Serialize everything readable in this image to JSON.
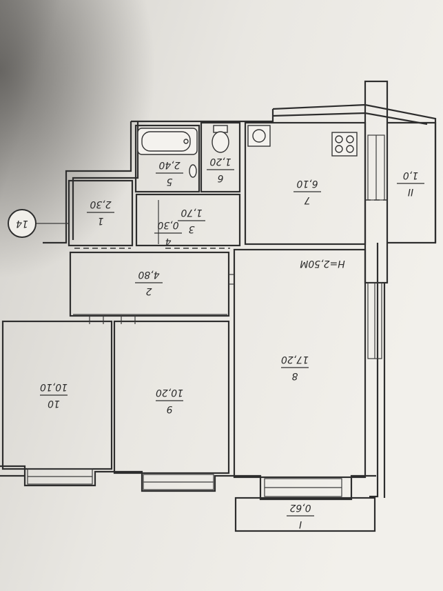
{
  "plan": {
    "apartment_number": "14",
    "ceiling_height": "H=2,50M",
    "rooms": [
      {
        "id": "r1",
        "number": "1",
        "area": "2,30"
      },
      {
        "id": "r2",
        "number": "2",
        "area": "4,80"
      },
      {
        "id": "r3",
        "number": "3",
        "area": "1,70"
      },
      {
        "id": "r4",
        "number": "4",
        "area": "0,30"
      },
      {
        "id": "r5",
        "number": "5",
        "area": "2,40"
      },
      {
        "id": "r6",
        "number": "6",
        "area": "1,20"
      },
      {
        "id": "r7",
        "number": "7",
        "area": "6,10"
      },
      {
        "id": "r8",
        "number": "8",
        "area": "17,20"
      },
      {
        "id": "r9",
        "number": "9",
        "area": "10,20"
      },
      {
        "id": "r10",
        "number": "10",
        "area": "10,10"
      },
      {
        "id": "rI",
        "number": "I",
        "area": "0,62"
      },
      {
        "id": "rII",
        "number": "II",
        "area": "1,0"
      }
    ]
  },
  "colors": {
    "paper_light": "#f3f1ec",
    "paper_shadow": "#b9b7b3",
    "ink": "#2d2d2d"
  }
}
